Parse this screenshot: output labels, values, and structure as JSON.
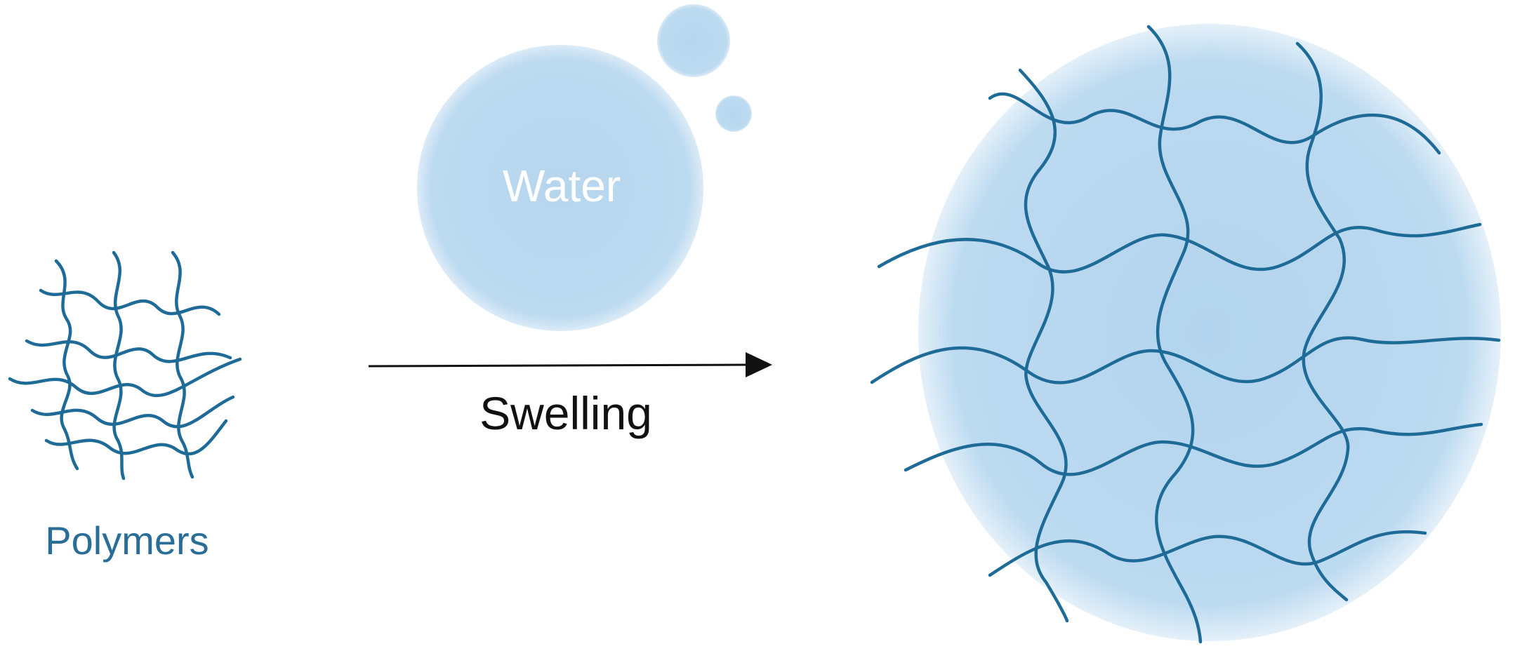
{
  "labels": {
    "water": "Water",
    "process": "Swelling",
    "polymers": "Polymers"
  },
  "colors": {
    "polymer_line": "#1f6b97",
    "water_fill": "#b7d7ee",
    "water_text": "#ffffff",
    "process_text": "#111111",
    "polymers_text": "#2a6e98",
    "arrow": "#111111"
  },
  "icons": {
    "small_network": "polymer-network-icon",
    "swollen_network": "hydrogel-network-icon",
    "droplets": "water-droplet-icon",
    "arrow": "arrow-right-icon"
  }
}
